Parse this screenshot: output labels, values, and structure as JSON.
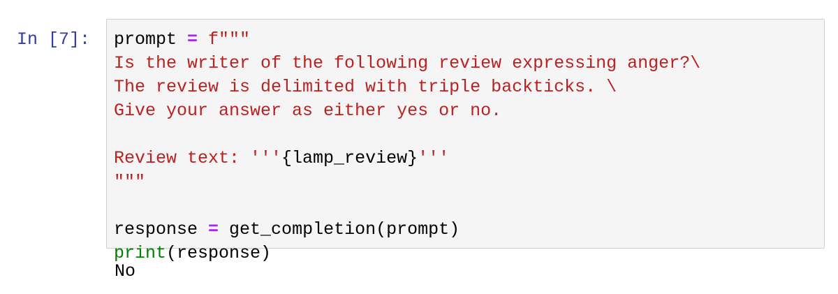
{
  "cell": {
    "prompt": "In [7]:",
    "code_lines": [
      {
        "parts": [
          {
            "t": "prompt ",
            "c": "plain"
          },
          {
            "t": "=",
            "c": "op"
          },
          {
            "t": " f\"\"\"",
            "c": "str"
          }
        ]
      },
      {
        "parts": [
          {
            "t": "Is the writer of the following review expressing anger?\\",
            "c": "str"
          }
        ]
      },
      {
        "parts": [
          {
            "t": "The review is delimited with triple backticks. \\",
            "c": "str"
          }
        ]
      },
      {
        "parts": [
          {
            "t": "Give your answer as either yes or no.",
            "c": "str"
          }
        ]
      },
      {
        "parts": [
          {
            "t": "",
            "c": "plain"
          }
        ]
      },
      {
        "parts": [
          {
            "t": "Review text: '''",
            "c": "str"
          },
          {
            "t": "{lamp_review}",
            "c": "plain"
          },
          {
            "t": "'''",
            "c": "str"
          }
        ]
      },
      {
        "parts": [
          {
            "t": "\"\"\"",
            "c": "str"
          }
        ]
      },
      {
        "parts": [
          {
            "t": "",
            "c": "plain"
          }
        ]
      },
      {
        "parts": [
          {
            "t": "response ",
            "c": "plain"
          },
          {
            "t": "=",
            "c": "op"
          },
          {
            "t": " get_completion(prompt)",
            "c": "plain"
          }
        ]
      },
      {
        "parts": [
          {
            "t": "print",
            "c": "bi"
          },
          {
            "t": "(response)",
            "c": "plain"
          }
        ]
      }
    ],
    "output": "No"
  },
  "colors": {
    "string": "#ba2121",
    "operator": "#aa22ff",
    "builtin": "#008000",
    "prompt": "#303f9f",
    "cell_bg": "#f5f5f5",
    "cell_border": "#cfcfcf"
  }
}
